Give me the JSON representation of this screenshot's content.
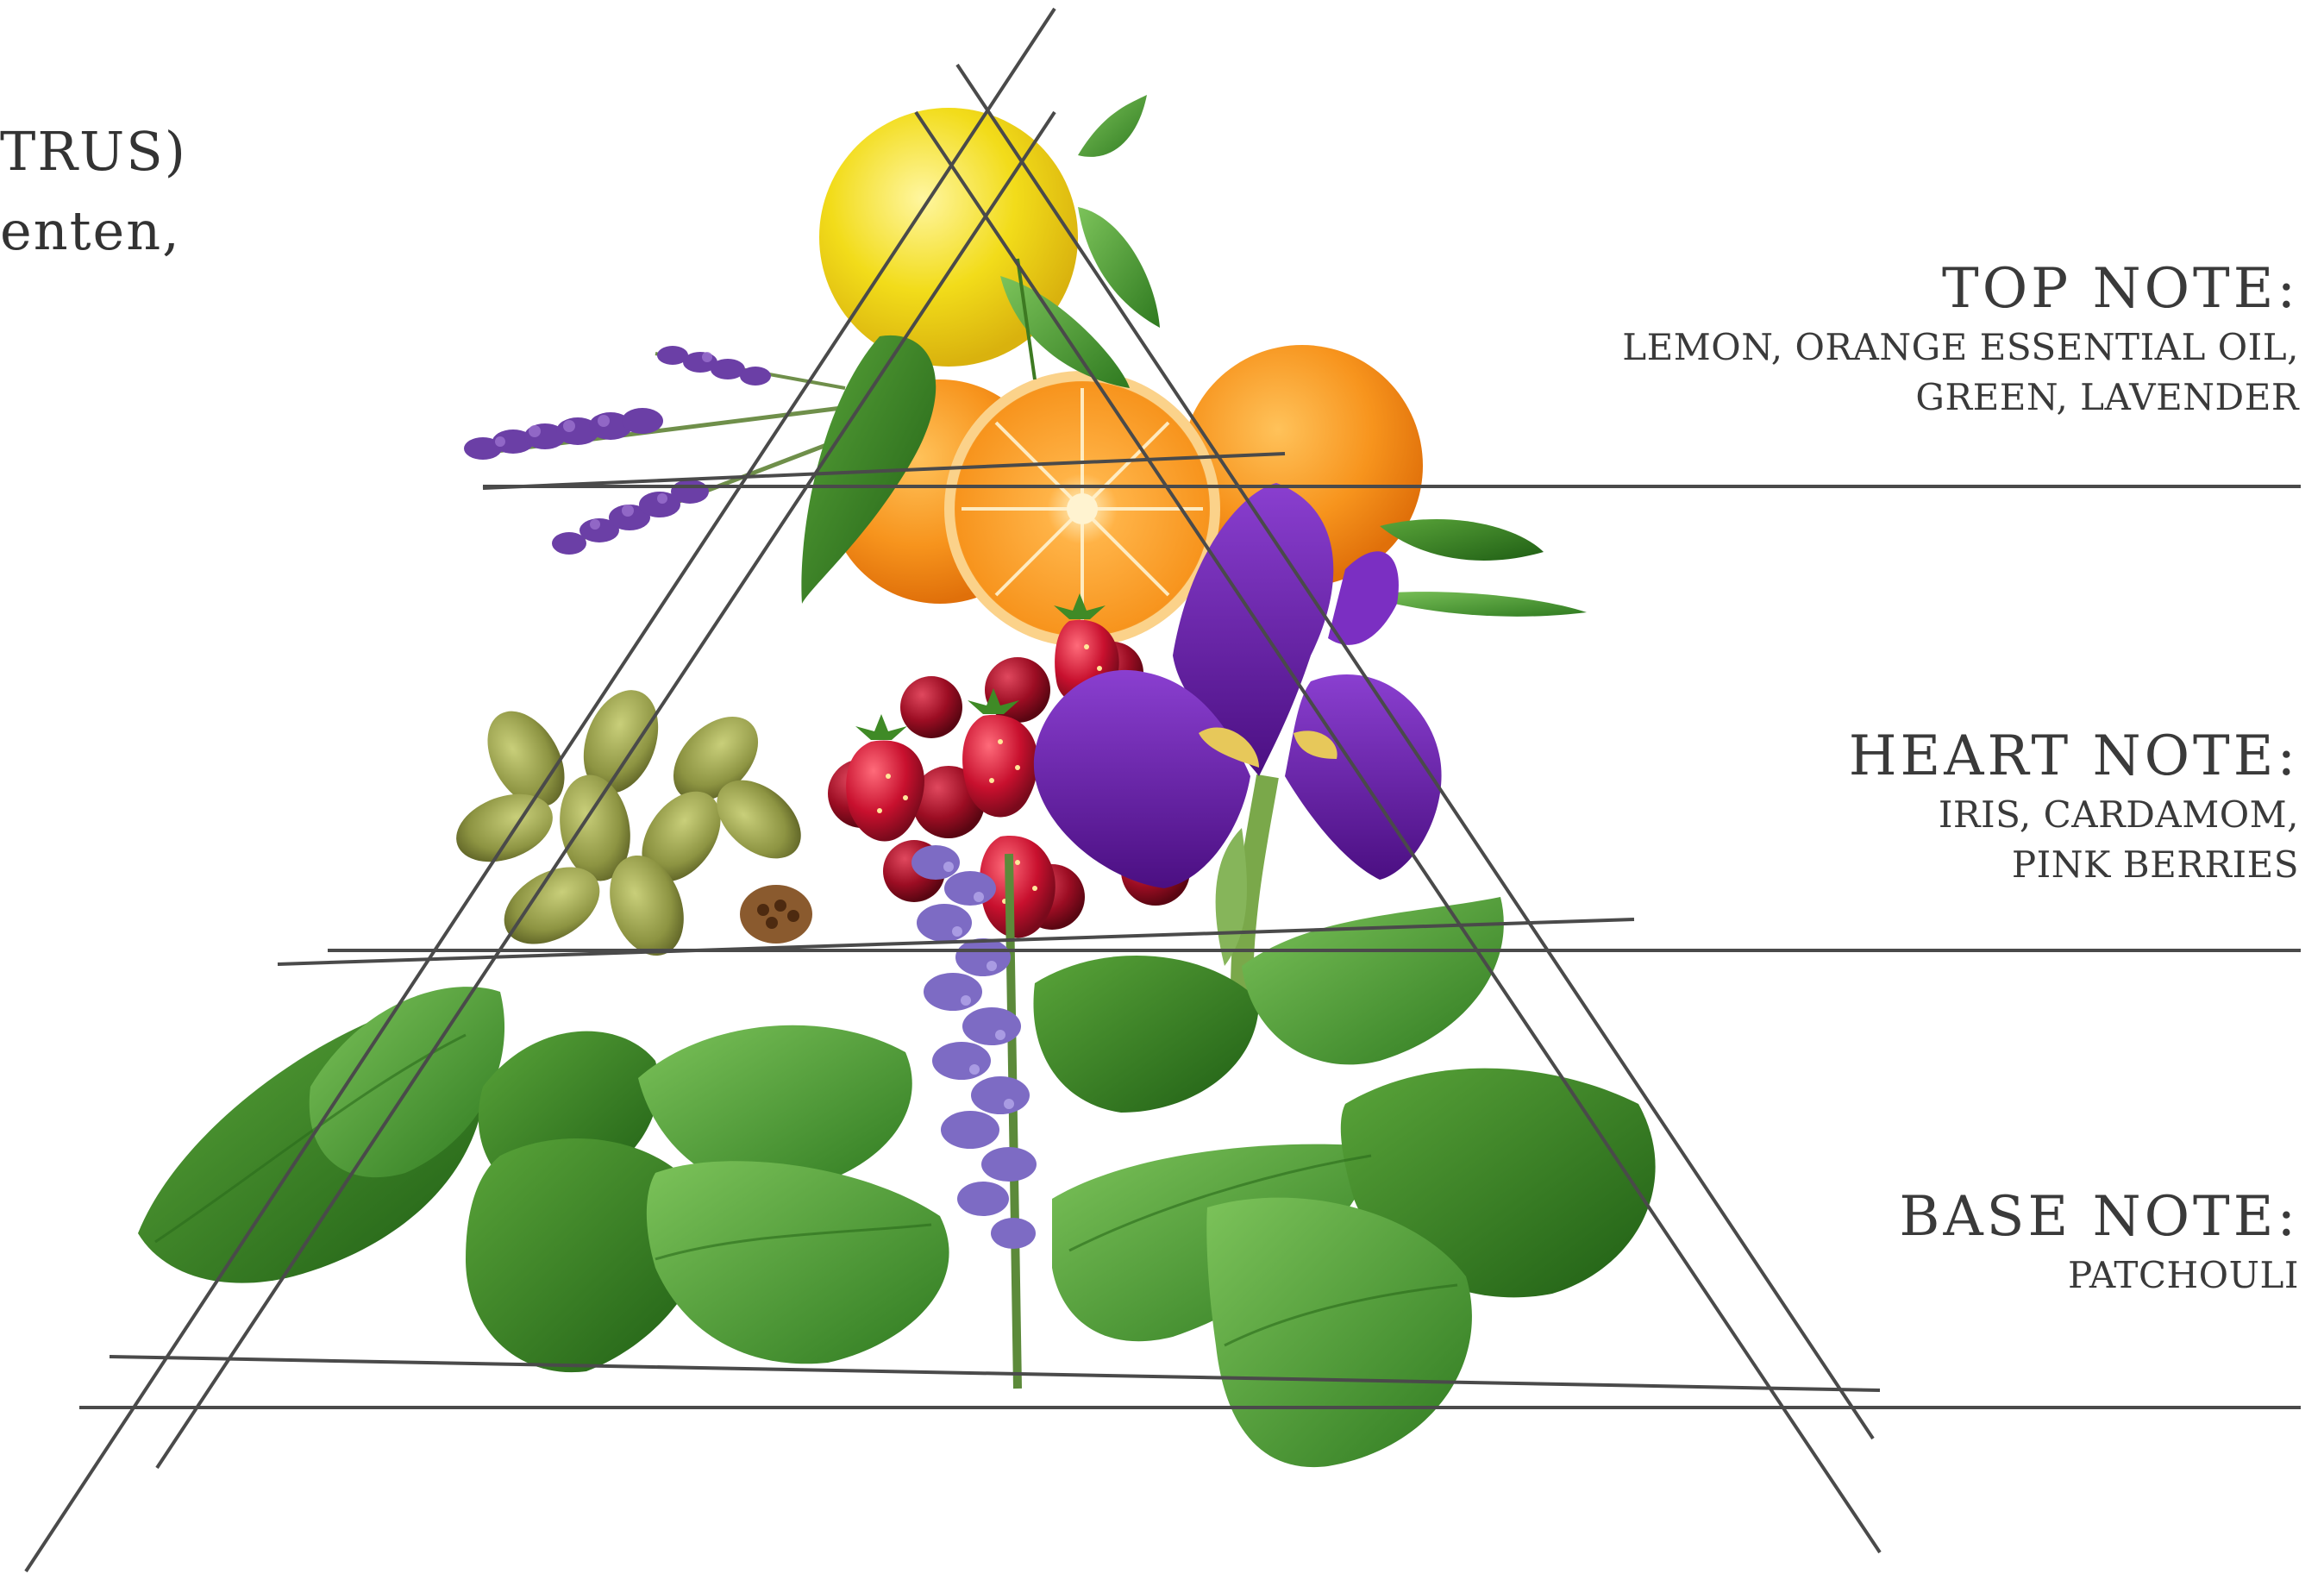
{
  "intro_text_fragment": {
    "line1": "TRUS)",
    "line2": "enten,"
  },
  "notes": [
    {
      "id": "top",
      "title": "TOP NOTE:",
      "items_line1": "LEMON, ORANGE ESSENTIAL OIL,",
      "items_line2": "GREEN, LAVENDER"
    },
    {
      "id": "heart",
      "title": "HEART NOTE:",
      "items_line1": "IRIS, CARDAMOM,",
      "items_line2": "PINK BERRIES"
    },
    {
      "id": "base",
      "title": "BASE NOTE:",
      "items_line1": "PATCHOULI",
      "items_line2": ""
    }
  ],
  "illustrations": {
    "top_tier": [
      "lemon",
      "orange",
      "lavender",
      "citrus-leaf"
    ],
    "heart_tier": [
      "iris",
      "cardamom",
      "strawberry",
      "cherry",
      "pink-berries"
    ],
    "base_tier": [
      "patchouli-leaves",
      "agastache-flower"
    ]
  },
  "colors": {
    "line": "#4a4a4a",
    "text": "#3a3a3a",
    "lemon": "#f2dc1a",
    "orange": "#f79a1c",
    "lavender": "#6b3fa6",
    "leaf": "#4e9a2e",
    "iris": "#6a1fa8",
    "strawberry": "#d7263d",
    "cardamom": "#8f9a4a"
  }
}
